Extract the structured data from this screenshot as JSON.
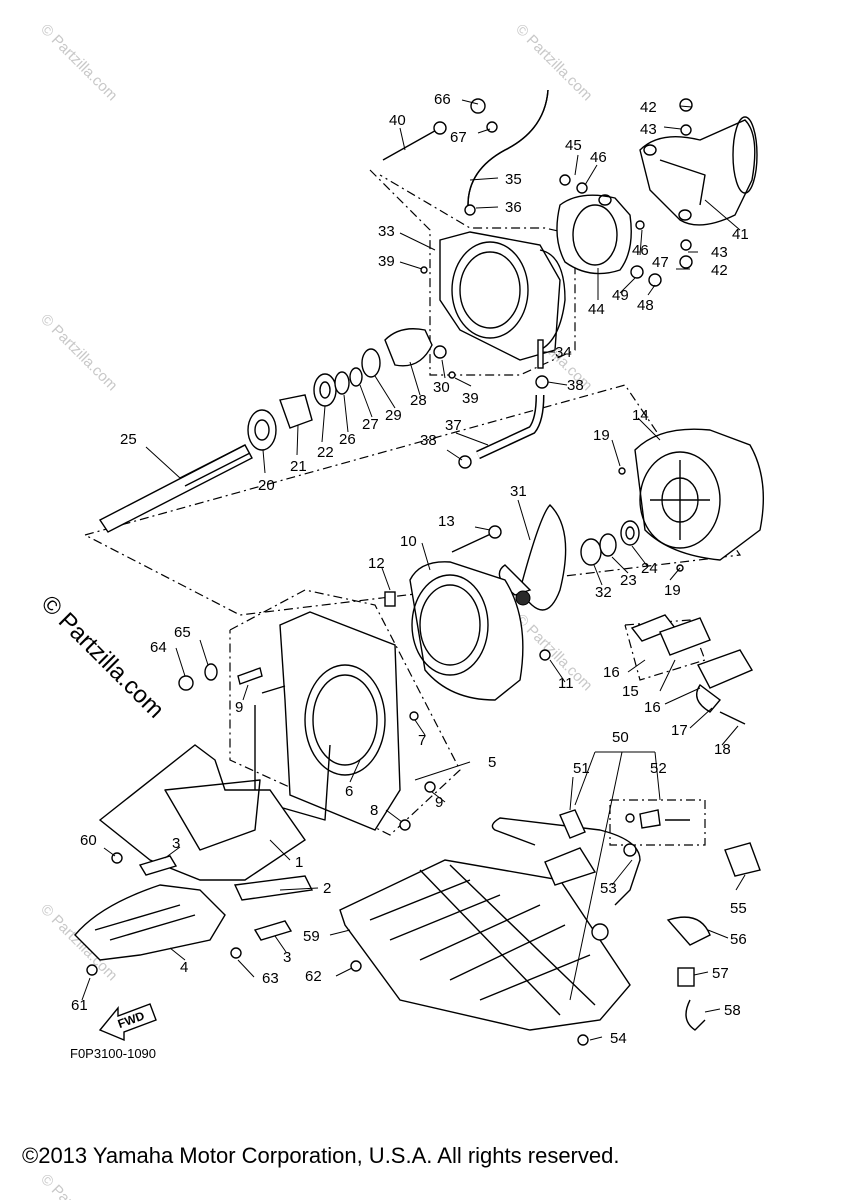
{
  "diagram": {
    "part_numbers": [
      "1",
      "2",
      "3",
      "4",
      "5",
      "6",
      "7",
      "8",
      "9",
      "10",
      "11",
      "12",
      "13",
      "14",
      "15",
      "16",
      "17",
      "18",
      "19",
      "20",
      "21",
      "22",
      "23",
      "24",
      "25",
      "26",
      "27",
      "28",
      "29",
      "30",
      "31",
      "32",
      "33",
      "34",
      "35",
      "36",
      "37",
      "38",
      "39",
      "40",
      "41",
      "42",
      "43",
      "44",
      "45",
      "46",
      "47",
      "48",
      "49",
      "50",
      "51",
      "52",
      "53",
      "54",
      "55",
      "56",
      "57",
      "58",
      "59",
      "60",
      "61",
      "62",
      "63",
      "64",
      "65",
      "66",
      "67"
    ],
    "figure_code": "F0P3100-1090",
    "fwd_label": "FWD",
    "watermark_small": "© Partzilla.com",
    "watermark_large": "© Partzilla.com",
    "copyright": "©2013 Yamaha Motor Corporation, U.S.A. All rights reserved."
  }
}
